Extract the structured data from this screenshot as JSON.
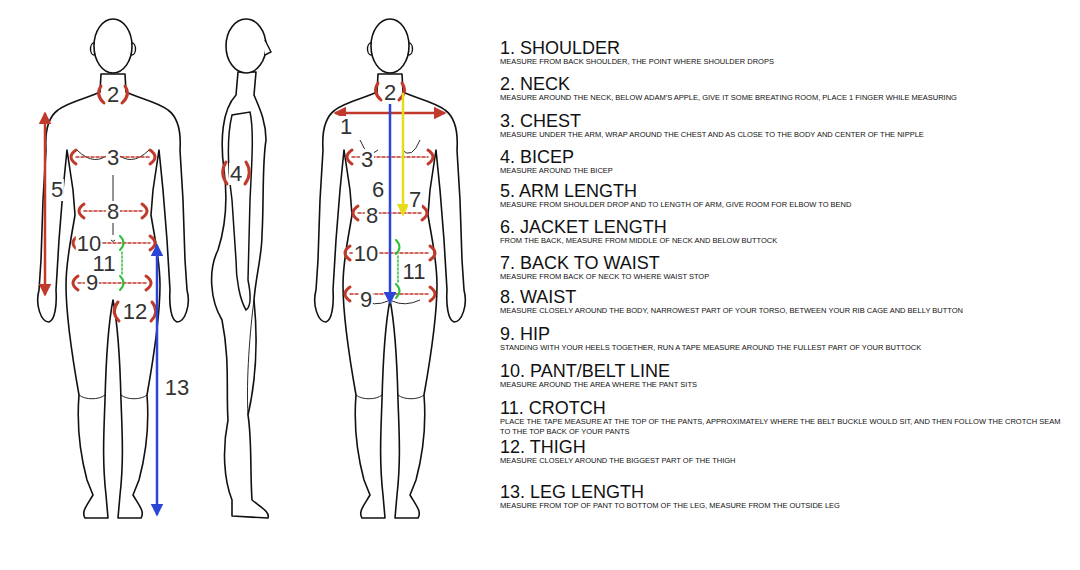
{
  "diagram": {
    "labels": [
      "2",
      "5",
      "3",
      "8",
      "10",
      "11",
      "9",
      "12",
      "13",
      "4",
      "2",
      "1",
      "3",
      "6",
      "7",
      "8",
      "10",
      "11",
      "9",
      "1. SHOULDER",
      "MEASURE FROM BACK SHOULDER, THE POINT WHERE SHOULDER DROPS",
      "2. NECK",
      "MEASURE AROUND THE NECK, BELOW ADAM'S APPLE, GIVE IT SOME BREATING ROOM, PLACE 1 FINGER WHILE MEASURING",
      "3. CHEST",
      "MEASURE UNDER THE ARM, WRAP AROUND THE CHEST AND AS CLOSE TO THE BODY AND CENTER OF THE NIPPLE",
      "4. BICEP",
      "MEASURE AROUND THE BICEP",
      "5. ARM LENGTH",
      "MEASURE FROM SHOULDER DROP AND TO LENGTH OF ARM, GIVE ROOM FOR ELBOW TO BEND",
      "6. JACKET LENGTH",
      "FROM THE BACK, MEASURE FROM MIDDLE OF NECK AND BELOW BUTTOCK",
      "7. BACK TO WAIST",
      "MEASURE FROM BACK OF NECK TO WHERE WAIST STOP",
      "8. WAIST",
      "MEASURE CLOSELY AROUND THE BODY, NARROWEST PART OF YOUR TORSO, BETWEEN YOUR RIB CAGE AND BELLY BUTTON",
      "9. HIP",
      "STANDING WITH YOUR HEELS TOGETHER, RUN A TAPE MEASURE AROUND THE FULLEST PART OF YOUR BUTTOCK",
      "10. PANT/BELT LINE",
      "MEASURE AROUND THE AREA WHERE THE PANT SITS",
      "11. CROTCH",
      "PLACE THE TAPE MEASURE AT THE TOP OF THE PANTS, APPROXIMATELY WHERE THE BELT BUCKLE WOULD SIT, AND THEN FOLLOW THE CROTCH SEAM TO THE TOP BACK OF YOUR PANTS",
      "12. THIGH",
      "MEASURE CLOSELY AROUND THE BIGGEST PART OF THE THIGH",
      "13. LEG LENGTH",
      "MEASURE FROM TOP OF PANT TO BOTTOM OF THE LEG, MEASURE FROM THE OUTSIDE LEG"
    ]
  }
}
